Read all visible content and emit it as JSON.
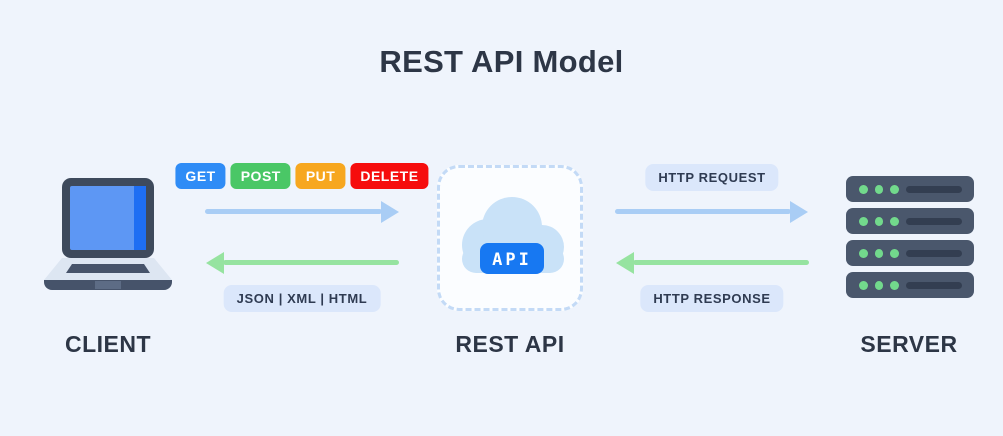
{
  "title": "REST API Model",
  "client": {
    "label": "CLIENT",
    "icon": "laptop-icon"
  },
  "rest_api": {
    "label": "REST API",
    "badge": "API",
    "icon": "cloud-icon"
  },
  "server": {
    "label": "SERVER",
    "icon": "server-icon"
  },
  "request_flow": {
    "methods": [
      {
        "label": "GET",
        "color": "#2f8cf6"
      },
      {
        "label": "POST",
        "color": "#4ac766"
      },
      {
        "label": "PUT",
        "color": "#f7a71f"
      },
      {
        "label": "DELETE",
        "color": "#f60d0d"
      }
    ],
    "response_formats": "JSON | XML | HTML"
  },
  "http_flow": {
    "request_label": "HTTP REQUEST",
    "response_label": "HTTP RESPONSE"
  },
  "colors": {
    "background": "#eff4fc",
    "heading_text": "#2d3646",
    "request_arrow_blue": "#a9cdf5",
    "response_arrow_green": "#96e3a0",
    "label_pill_bg": "#dbe7fb",
    "api_badge_bg": "#1778f2",
    "cloud": "#c9e2f8",
    "dashed_border": "#c3daf6",
    "server_body": "#4a576c",
    "server_led_green": "#72d98c"
  }
}
